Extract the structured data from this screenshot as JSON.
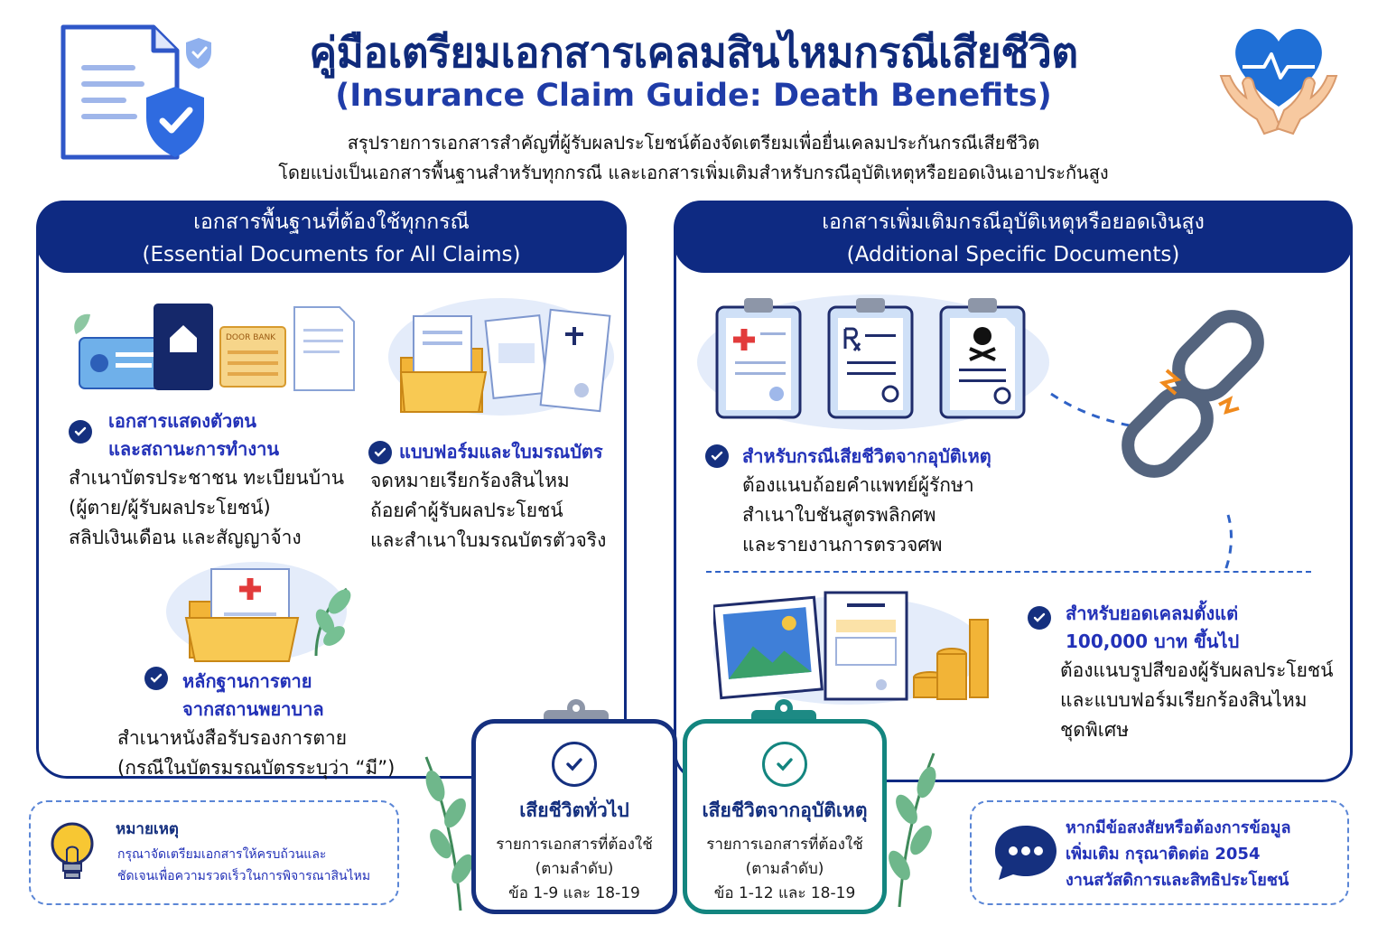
{
  "header": {
    "title": "คู่มือเตรียมเอกสารเคลมสินไหมกรณีเสียชีวิต",
    "subtitle": "(Insurance Claim Guide: Death Benefits)",
    "description_line1": "สรุปรายการเอกสารสำคัญที่ผู้รับผลประโยชน์ต้องจัดเตรียมเพื่อยื่นเคลมประกันกรณีเสียชีวิต",
    "description_line2": "โดยแบ่งเป็นเอกสารพื้นฐานสำหรับทุกกรณี และเอกสารเพิ่มเติมสำหรับกรณีอุบัติเหตุหรือยอดเงินเอาประกันสูง"
  },
  "left_panel": {
    "heading_th": "เอกสารพื้นฐานที่ต้องใช้ทุกกรณี",
    "heading_en": "(Essential Documents for All Claims)",
    "bank_label": "DOOR BANK",
    "items": [
      {
        "title_line1": "เอกสารแสดงตัวตน",
        "title_line2": "และสถานะการทำงาน",
        "body_line1": "สำเนาบัตรประชาชน ทะเบียนบ้าน",
        "body_line2": "(ผู้ตาย/ผู้รับผลประโยชน์)",
        "body_line3": "สลิปเงินเดือน และสัญญาจ้าง"
      },
      {
        "title_line1": "แบบฟอร์มและใบมรณบัตร",
        "body_line1": "จดหมายเรียกร้องสินไหม",
        "body_line2": "ถ้อยคำผู้รับผลประโยชน์",
        "body_line3": "และสำเนาใบมรณบัตรตัวจริง"
      },
      {
        "title_line1": "หลักฐานการตาย",
        "title_line2": "จากสถานพยาบาล",
        "body_line1": "สำเนาหนังสือรับรองการตาย",
        "body_line2": "(กรณีในบัตรมรณบัตรระบุว่า “มี”)"
      }
    ]
  },
  "right_panel": {
    "heading_th": "เอกสารเพิ่มเติมกรณีอุบัติเหตุหรือยอดเงินสูง",
    "heading_en": "(Additional Specific Documents)",
    "items": [
      {
        "title_line1": "สำหรับกรณีเสียชีวิตจากอุบัติเหตุ",
        "body_line1": "ต้องแนบถ้อยคำแพทย์ผู้รักษา",
        "body_line2": "สำเนาใบชันสูตรพลิกศพ",
        "body_line3": "และรายงานการตรวจศพ"
      },
      {
        "title_line1": "สำหรับยอดเคลมตั้งแต่",
        "title_line2": "100,000 บาท ขึ้นไป",
        "body_line1": "ต้องแนบรูปสีของผู้รับผลประโยชน์",
        "body_line2": "และแบบฟอร์มเรียกร้องสินไหม",
        "body_line3": "ชุดพิเศษ"
      }
    ]
  },
  "cards": [
    {
      "title": "เสียชีวิตทั่วไป",
      "line1": "รายการเอกสารที่ต้องใช้",
      "line2": "(ตามลำดับ)",
      "line3": "ข้อ 1-9 และ 18-19",
      "color": "#15307f"
    },
    {
      "title": "เสียชีวิตจากอุบัติเหตุ",
      "line1": "รายการเอกสารที่ต้องใช้",
      "line2": "(ตามลำดับ)",
      "line3": "ข้อ 1-12 และ 18-19",
      "color": "#13857f"
    }
  ],
  "note": {
    "title": "หมายเหตุ",
    "line1": "กรุณาจัดเตรียมเอกสารให้ครบถ้วนและ",
    "line2": "ชัดเจนเพื่อความรวดเร็วในการพิจารณาสินไหม"
  },
  "contact": {
    "line1": "หากมีข้อสงสัยหรือต้องการข้อมูล",
    "line2": "เพิ่มเติม กรุณาติดต่อ 2054",
    "line3": "งานสวัสดิการและสิทธิประโยชน์"
  },
  "colors": {
    "navy": "#0e2a82",
    "teal": "#13857f",
    "accent_text": "#2231b8"
  }
}
